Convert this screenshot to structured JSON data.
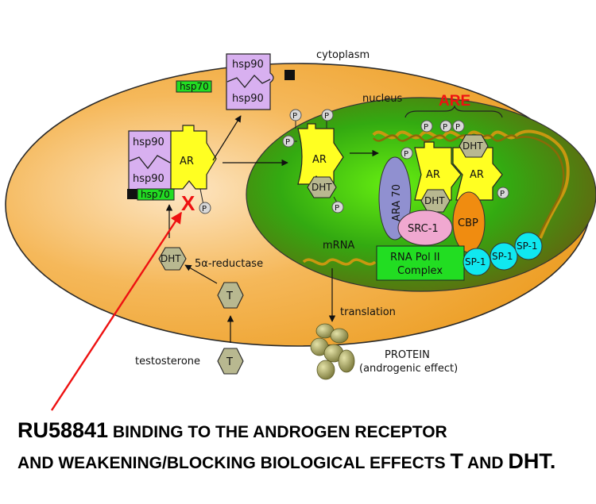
{
  "labels": {
    "cytoplasm": "cytoplasm",
    "nucleus": "nucleus",
    "are": "ARE",
    "hsp90": "hsp90",
    "hsp70": "hsp70",
    "ar": "AR",
    "dht": "DHT",
    "t": "T",
    "p": "P",
    "x_mark": "X",
    "five_alpha_reductase": "5α-reductase",
    "testosterone": "testosterone",
    "ara70": "ARA 70",
    "src1": "SRC-1",
    "cbp": "CBP",
    "sp1": "SP-1",
    "rna_pol_line1": "RNA Pol II",
    "rna_pol_line2": "Complex",
    "mrna": "mRNA",
    "translation": "translation",
    "protein": "PROTEIN",
    "androgenic_effect": "(androgenic effect)"
  },
  "caption": {
    "line1_big": "RU58841",
    "line1_small": " binding to the androgen receptor",
    "line2_small_a": "and weakening/blocking biological effects ",
    "line2_big_a": "T",
    "line2_small_b": " and ",
    "line2_big_b": "DHT."
  },
  "colors": {
    "cell": "#f0a830",
    "nucleus": "#6b6b10",
    "hsp90": "#d8b0f0",
    "hsp70": "#22dd22",
    "ar": "#ffff22",
    "dht": "#b8b890",
    "ara70": "#9090d0",
    "src1": "#f0a8d0",
    "cbp": "#f08c10",
    "sp1": "#10e8f0",
    "rna_pol": "#22dd22",
    "dna": "#c89810",
    "arrow_red": "#ee1111",
    "are_red": "#ee1111"
  }
}
